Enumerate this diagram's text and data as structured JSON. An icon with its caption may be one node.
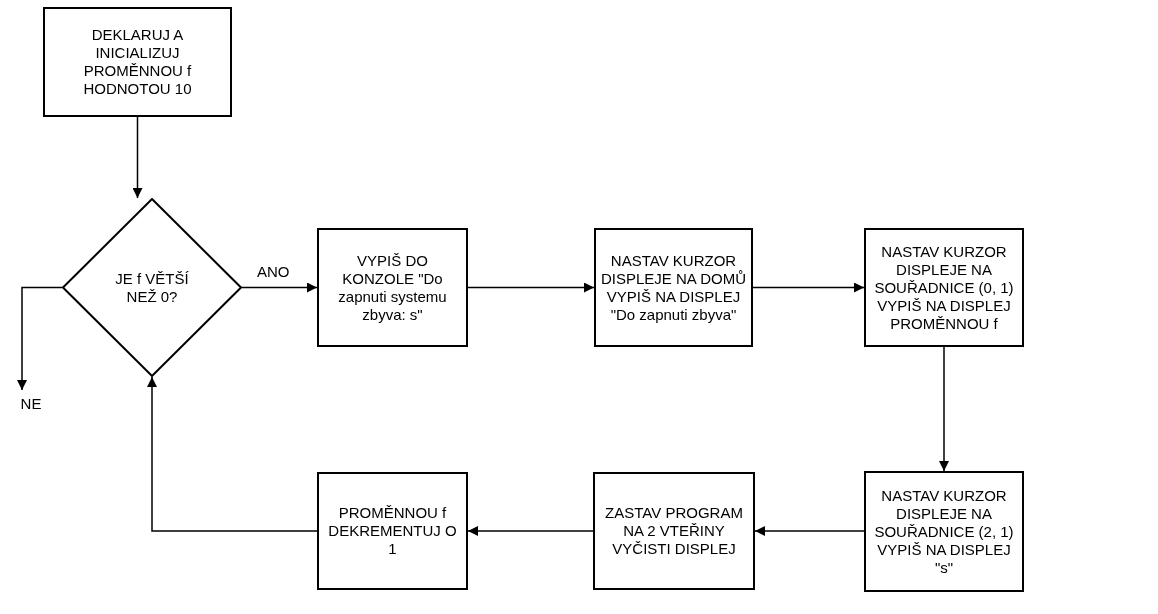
{
  "diagram": {
    "nodes": [
      {
        "text": [
          "DEKLARUJ A INICIALIZUJ PROMĚNNOU f HODNOTOU 10"
        ]
      },
      {
        "text": [
          "JE f VĚTŠÍ NEŽ 0?"
        ]
      },
      {
        "text": [
          "VYPIŠ DO KONZOLE \"Do zapnuti systemu zbyva: s\""
        ]
      },
      {
        "text": [
          "NASTAV KURZOR DISPLEJE NA DOMŮ VYPIŠ NA DISPLEJ \"Do zapnuti zbyva\""
        ]
      },
      {
        "text": [
          "NASTAV KURZOR DISPLEJE NA SOUŘADNICE (0, 1) VYPIŠ NA DISPLEJ PROMĚNNOU f"
        ]
      },
      {
        "text": [
          "NASTAV KURZOR DISPLEJE NA SOUŘADNICE (2, 1) VYPIŠ NA DISPLEJ \"s\""
        ]
      },
      {
        "text": [
          "ZASTAV PROGRAM NA 2 VTEŘINY VYČISTI DISPLEJ"
        ]
      },
      {
        "text": [
          "PROMĚNNOU f DEKREMENTUJ O 1"
        ]
      },
      {
        "text": [
          "NE"
        ]
      }
    ],
    "edges": [
      {
        "from": 0,
        "to": 1,
        "arrow": "to"
      },
      {
        "from": 1,
        "to": 2,
        "arrow": "to",
        "label": "ANO"
      },
      {
        "from": 2,
        "to": 3,
        "arrow": "to"
      },
      {
        "from": 3,
        "to": 4,
        "arrow": "to"
      },
      {
        "from": 4,
        "to": 5,
        "arrow": "to"
      },
      {
        "from": 5,
        "to": 6,
        "arrow": "to"
      },
      {
        "from": 6,
        "to": 7,
        "arrow": "to"
      },
      {
        "from": 7,
        "to": 1,
        "arrow": "to"
      },
      {
        "from": 1,
        "to": 8,
        "arrow": "to"
      }
    ]
  }
}
